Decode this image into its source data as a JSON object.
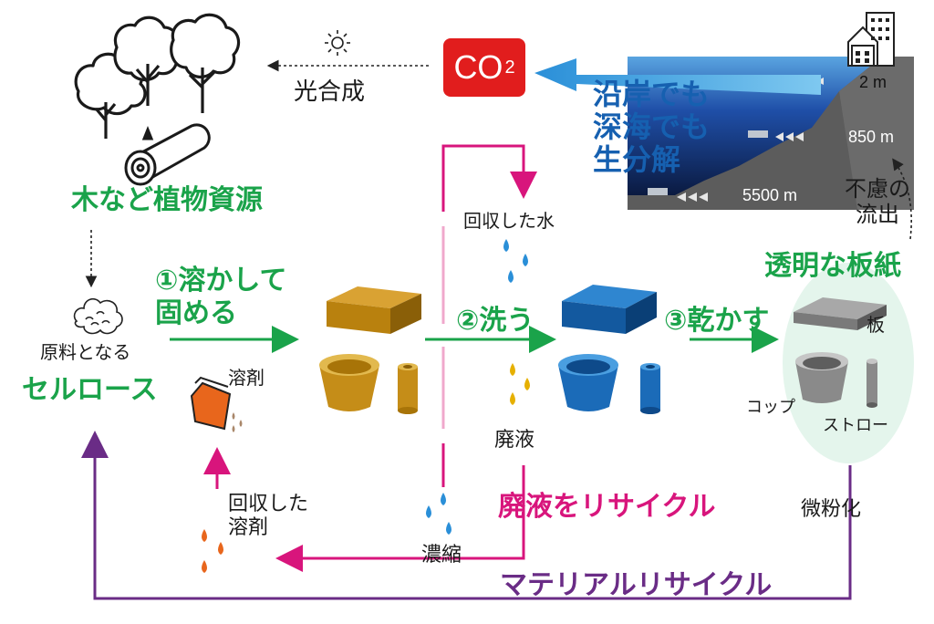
{
  "photosynthesis": "光合成",
  "co2": {
    "main": "CO",
    "sub": "2"
  },
  "ocean_text": {
    "line1": "沿岸でも",
    "line2": "深海でも",
    "line3": "生分解"
  },
  "depths": {
    "d1": "2 m",
    "d2": "850 m",
    "d3": "5500 m"
  },
  "outflow": {
    "line1": "不慮の",
    "line2": "流出"
  },
  "wood_resources": "木など植物資源",
  "raw_material": {
    "line1": "原料となる",
    "line2": "セルロース"
  },
  "step1": {
    "line1": "①溶かして",
    "line2": "固める"
  },
  "solvent": "溶剤",
  "step2": "②洗う",
  "step3": "③乾かす",
  "recovered_water": "回収した水",
  "waste_liquid": "廃液",
  "transparent_board": "透明な板紙",
  "products": {
    "board": "板",
    "cup": "コップ",
    "straw": "ストロー"
  },
  "recovered_solvent": {
    "line1": "回収した",
    "line2": "溶剤"
  },
  "waste_recycle": "廃液をリサイクル",
  "concentration": "濃縮",
  "pulverize": "微粉化",
  "material_recycle": "マテリアルリサイクル",
  "colors": {
    "green": "#1aa34a",
    "magenta": "#d8157c",
    "purple": "#6a2c86",
    "co2_red": "#e11d1d",
    "ocean_blue": "#1a3a8a"
  }
}
